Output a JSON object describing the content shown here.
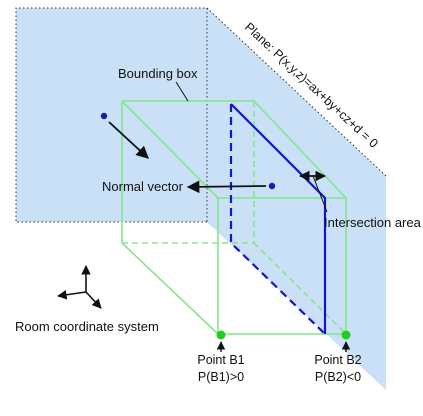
{
  "labels": {
    "plane": "Plane: P(x,y,z)=ax+by+cz+d = 0",
    "bounding_box": "Bounding box",
    "normal_vector": "Normal vector",
    "intersection_area": "Intersection area",
    "room_coordinate_system": "Room coordinate system",
    "point_b1": "Point B1",
    "point_b1_value": "P(B1)>0",
    "point_b2": "Point B2",
    "point_b2_value": "P(B2)<0"
  },
  "colors": {
    "plane_fill": "#c9e0f7",
    "plane_edge": "#333333",
    "box_edge": "#86e58a",
    "intersection": "#1414cc",
    "point": "#22cc22",
    "arrow": "#111111",
    "normal_dot": "#1a1ab0"
  }
}
